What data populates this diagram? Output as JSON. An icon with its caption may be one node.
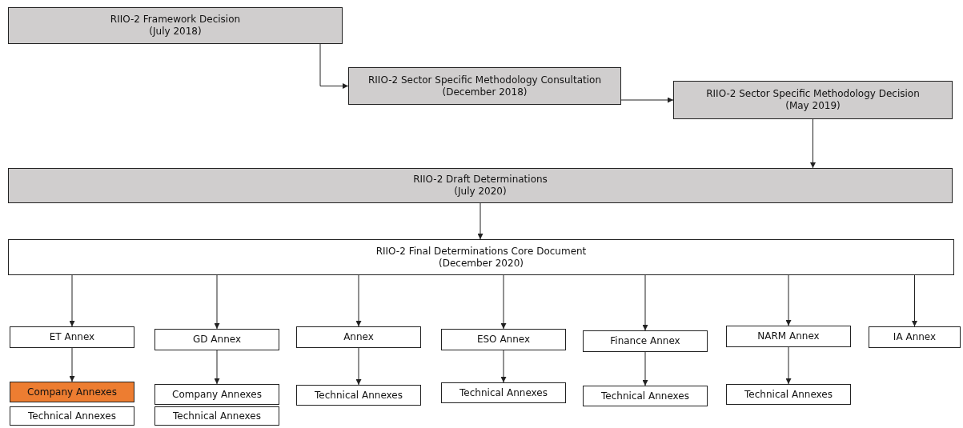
{
  "diagram": {
    "nodes": [
      {
        "text": [
          "RIIO-2 Framework Decision",
          "(July 2018)"
        ]
      },
      {
        "text": [
          "RIIO-2 Sector Specific Methodology Consultation",
          "(December 2018)"
        ]
      },
      {
        "text": [
          "RIIO-2 Sector Specific Methodology Decision",
          "(May 2019)"
        ]
      },
      {
        "text": [
          "RIIO-2 Draft Determinations",
          "(July 2020)"
        ]
      },
      {
        "text": [
          "RIIO-2 Final Determinations Core Document",
          "(December 2020)"
        ]
      },
      {
        "text": [
          "ET Annex"
        ]
      },
      {
        "text": [
          "GD Annex"
        ]
      },
      {
        "text": [
          "Annex"
        ]
      },
      {
        "text": [
          "ESO Annex"
        ]
      },
      {
        "text": [
          "Finance Annex"
        ]
      },
      {
        "text": [
          "NARM Annex"
        ]
      },
      {
        "text": [
          "IA Annex"
        ]
      },
      {
        "text": [
          "Company Annexes"
        ]
      },
      {
        "text": [
          "Company Annexes"
        ]
      },
      {
        "text": [
          "Technical Annexes"
        ]
      },
      {
        "text": [
          "Technical Annexes"
        ]
      },
      {
        "text": [
          "Technical Annexes"
        ]
      },
      {
        "text": [
          "Technical Annexes"
        ]
      },
      {
        "text": [
          "Technical Annexes"
        ]
      },
      {
        "text": [
          "Technical Annexes"
        ]
      }
    ],
    "edges": [
      {
        "from": 0,
        "to": 1,
        "arrow": "to"
      },
      {
        "from": 1,
        "to": 2,
        "arrow": "to"
      },
      {
        "from": 2,
        "to": 3,
        "arrow": "to"
      },
      {
        "from": 3,
        "to": 4,
        "arrow": "to"
      },
      {
        "from": 4,
        "to": 5,
        "arrow": "to"
      },
      {
        "from": 4,
        "to": 6,
        "arrow": "to"
      },
      {
        "from": 4,
        "to": 7,
        "arrow": "to"
      },
      {
        "from": 4,
        "to": 8,
        "arrow": "to"
      },
      {
        "from": 4,
        "to": 9,
        "arrow": "to"
      },
      {
        "from": 4,
        "to": 10,
        "arrow": "to"
      },
      {
        "from": 4,
        "to": 11,
        "arrow": "to"
      },
      {
        "from": 5,
        "to": 12,
        "arrow": "to"
      },
      {
        "from": 6,
        "to": 13,
        "arrow": "to"
      },
      {
        "from": 7,
        "to": 14,
        "arrow": "to"
      },
      {
        "from": 8,
        "to": 15,
        "arrow": "to"
      },
      {
        "from": 9,
        "to": 16,
        "arrow": "to"
      },
      {
        "from": 10,
        "to": 17,
        "arrow": "to"
      }
    ]
  }
}
